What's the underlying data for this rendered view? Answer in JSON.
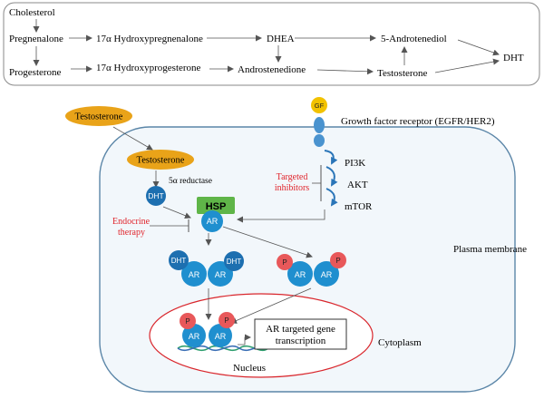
{
  "pathway": {
    "cholesterol": "Cholesterol",
    "pregnenalone": "Pregnenalone",
    "hydroxypregnenalone": "17α Hydroxypregnenalone",
    "dhea": "DHEA",
    "androtenediol": "5-Androtenediol",
    "dht": "DHT",
    "progesterone": "Progesterone",
    "hydroxyprogesterone": "17α Hydroxyprogesterone",
    "androstenedione": "Androstenedione",
    "testosterone": "Testosterone"
  },
  "cell": {
    "testosterone_outside": "Testosterone",
    "testosterone_inside": "Testosterone",
    "reductase": "5α reductase",
    "dht": "DHT",
    "hsp": "HSP",
    "ar": "AR",
    "p": "P",
    "gf": "GF",
    "gf_receptor": "Growth factor receptor (EGFR/HER2)",
    "pi3k": "PI3K",
    "akt": "AKT",
    "mtor": "mTOR",
    "targeted_inhibitors_1": "Targeted",
    "targeted_inhibitors_2": "inhibitors",
    "endocrine_1": "Endocrine",
    "endocrine_2": "therapy",
    "plasma_membrane": "Plasma membrane",
    "cytoplasm": "Cytoplasm",
    "nucleus": "Nucleus",
    "transcription_1": "AR targeted gene",
    "transcription_2": "transcription"
  },
  "colors": {
    "ar_blue": "#1f8fcf",
    "p_red": "#e8585a",
    "hsp_green": "#5fb548",
    "testosterone_orange": "#e9a319",
    "gf_yellow": "#f2c200",
    "inhibitor_red": "#e0242b",
    "cell_fill": "#f2f7fb",
    "cell_border": "#5b86a8",
    "nucleus_border": "#d9262c",
    "membrane_blue": "#4a93cf"
  }
}
